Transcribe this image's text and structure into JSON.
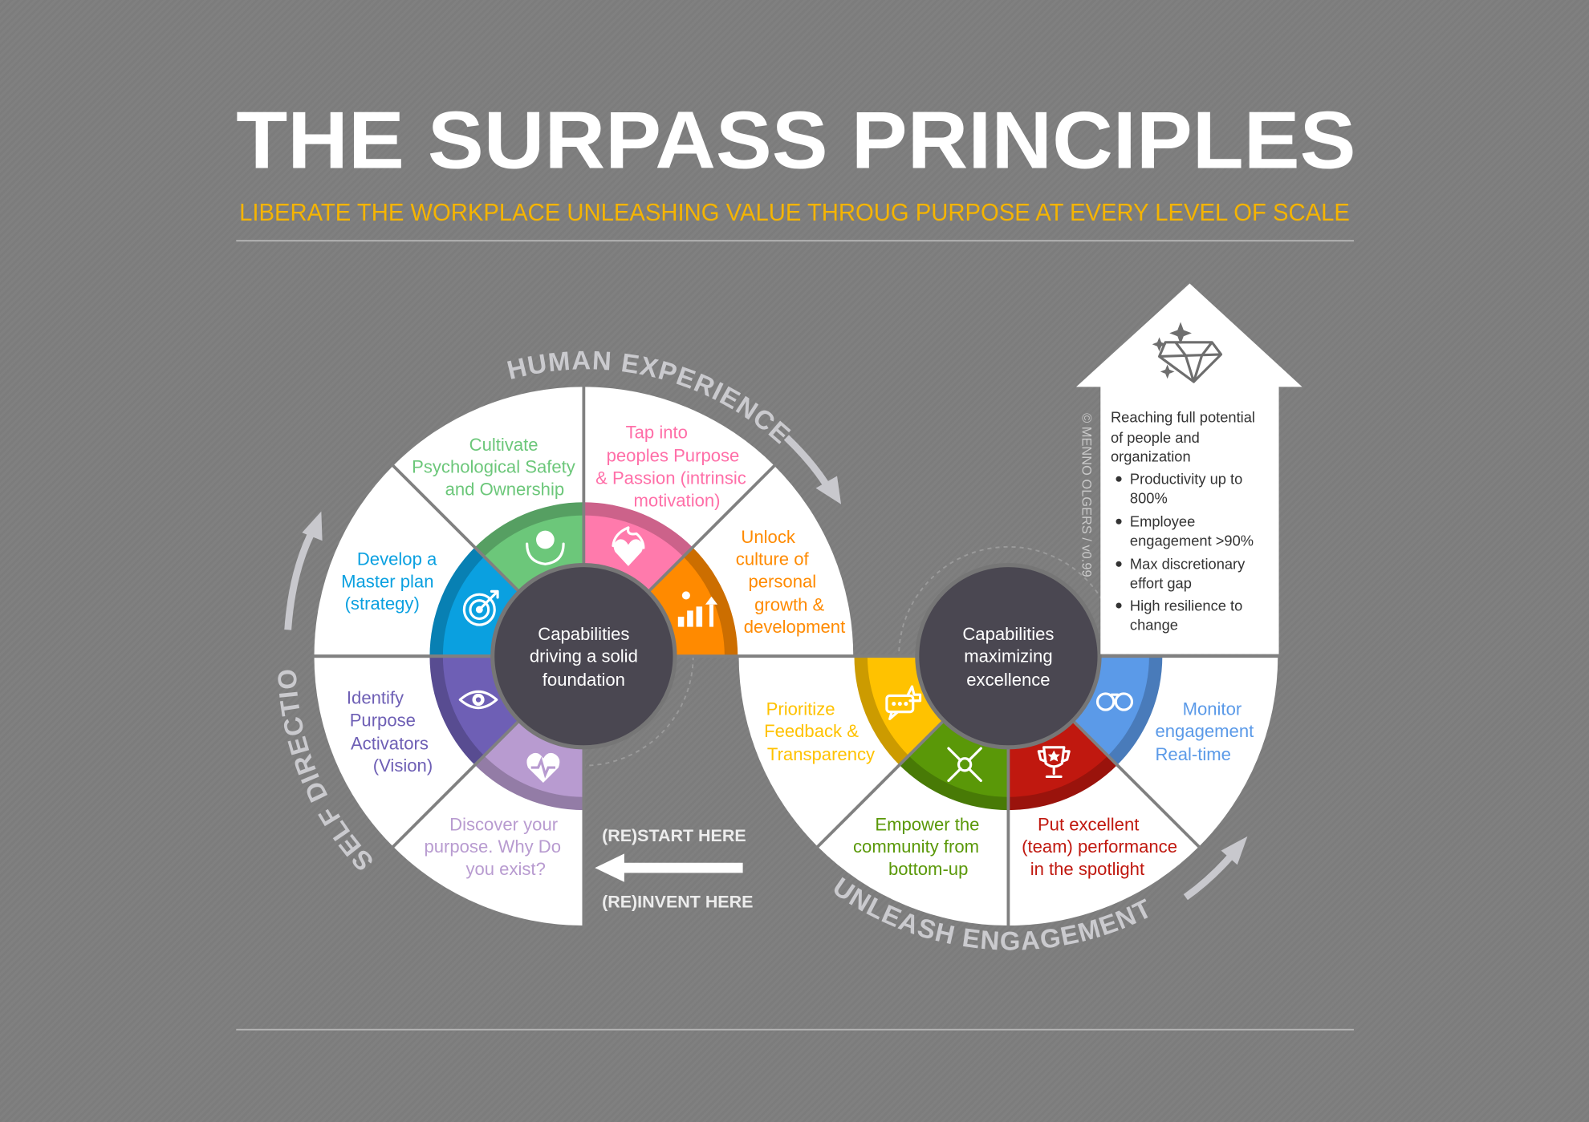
{
  "title": "THE SURPASS PRINCIPLES",
  "subtitle": "LIBERATE THE WORKPLACE UNLEASHING VALUE THROUG PURPOSE AT EVERY LEVEL OF SCALE",
  "colors": {
    "subtitle": "#f5b400",
    "center": "#4a4751",
    "orange": "#ff8a00",
    "pink": "#ff7aac",
    "green": "#6cc77a",
    "blue": "#0aa0e0",
    "purple": "#6e5fb5",
    "lavender": "#b89bd0",
    "yellow": "#ffc200",
    "dgreen": "#5a9808",
    "red": "#c0180f",
    "lblue": "#5b9ae8"
  },
  "arcs": {
    "human_experience": "HUMAN EXPERIENCE",
    "self_direction": "SELF DIRECTION",
    "unleash_engagement": "UNLEASH ENGAGEMENT"
  },
  "left_wheel": {
    "center": [
      "Capabilities",
      "driving a solid",
      "foundation"
    ],
    "cultivate": [
      "Cultivate",
      "Psychological Safety",
      "and Ownership"
    ],
    "tap": [
      "Tap into",
      "peoples Purpose",
      "& Passion (intrinsic",
      "motivation)"
    ],
    "unlock": [
      "Unlock",
      "culture of",
      "personal",
      "growth &",
      "development"
    ],
    "develop": [
      "Develop a",
      "Master plan",
      "(strategy)"
    ],
    "identify": [
      "Identify",
      "Purpose",
      "Activators",
      "(Vision)"
    ],
    "discover": [
      "Discover your",
      "purpose. Why Do",
      "you exist?"
    ]
  },
  "right_wheel": {
    "center": [
      "Capabilities",
      "maximizing",
      "excellence"
    ],
    "prioritize": [
      "Prioritize",
      "Feedback &",
      "Transparency"
    ],
    "empower": [
      "Empower the",
      "community from",
      "bottom-up"
    ],
    "spotlight": [
      "Put excellent",
      "(team) performance",
      "in the spotlight"
    ],
    "monitor": [
      "Monitor",
      "engagement",
      "Real-time"
    ]
  },
  "restart": "(RE)START HERE",
  "reinvent": "(RE)INVENT HERE",
  "copyright": "© MENNO OLGERS / v0.99",
  "outcome": {
    "intro": [
      "Reaching full potential",
      "of people and",
      "organization"
    ],
    "bullets": [
      [
        "Productivity up to",
        "800%"
      ],
      [
        "Employee",
        "engagement >90%"
      ],
      [
        "Max discretionary",
        "effort gap"
      ],
      [
        "High resilience to",
        "change"
      ]
    ]
  }
}
